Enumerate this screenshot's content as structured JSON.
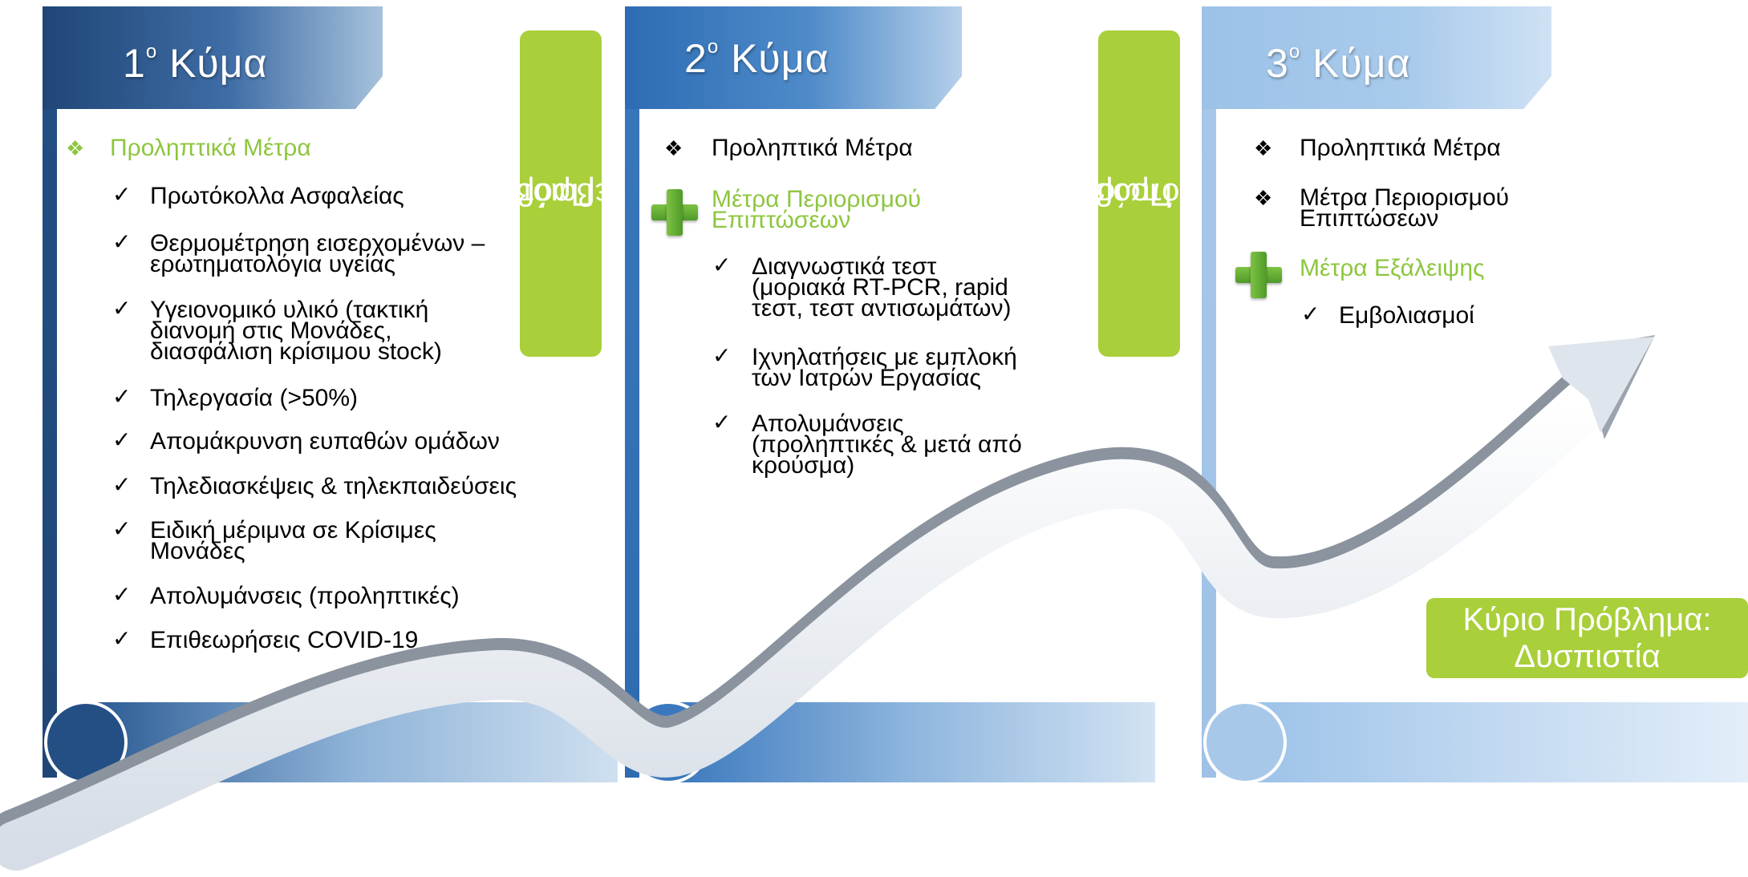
{
  "waves": [
    {
      "title_num": "1",
      "title_sup": "ο",
      "title_word": "Κύμα",
      "items": [
        {
          "type": "diamond",
          "text": "Προληπτικά Μέτρα",
          "color": "green"
        },
        {
          "type": "check",
          "text": "Πρωτόκολλα Ασφαλείας"
        },
        {
          "type": "check",
          "text": "Θερμομέτρηση εισερχομένων –",
          "text2": "ερωτηματολόγια υγείας"
        },
        {
          "type": "check",
          "text": "Υγειονομικό υλικό (τακτική",
          "text2": "διανομή στις Μονάδες,",
          "text3": "διασφάλιση κρίσιμου stock)"
        },
        {
          "type": "check",
          "text": "Τηλεργασία (>50%)"
        },
        {
          "type": "check",
          "text": "Απομάκρυνση ευπαθών ομάδων"
        },
        {
          "type": "check",
          "text": "Τηλεδιασκέψεις & τηλεκπαιδεύσεις"
        },
        {
          "type": "check",
          "text": "Ειδική μέριμνα σε Κρίσιμες",
          "text2": "Μονάδες"
        },
        {
          "type": "check",
          "text": "Απολυμάνσεις (προληπτικές)"
        },
        {
          "type": "check",
          "text": "Επιθεωρήσεις COVID-19"
        }
      ]
    },
    {
      "title_num": "2",
      "title_sup": "ο",
      "title_word": "Κύμα",
      "items": [
        {
          "type": "diamond",
          "text": "Προληπτικά Μέτρα"
        },
        {
          "type": "plus",
          "text": "Μέτρα Περιορισμού",
          "text2": "Επιπτώσεων",
          "color": "green"
        },
        {
          "type": "check",
          "text": "Διαγνωστικά τεστ",
          "text2": "(μοριακά RT-PCR, rapid",
          "text3": "τεστ, τεστ αντισωμάτων)"
        },
        {
          "type": "check",
          "text": "Ιχνηλατήσεις με εμπλοκή",
          "text2": "των Ιατρών Εργασίας"
        },
        {
          "type": "check",
          "text": "Απολυμάνσεις",
          "text2": "(προληπτικές & μετά από",
          "text3": "κρούσμα)"
        }
      ]
    },
    {
      "title_num": "3",
      "title_sup": "ο",
      "title_word": "Κύμα",
      "items": [
        {
          "type": "diamond",
          "text": "Προληπτικά Μέτρα"
        },
        {
          "type": "diamond",
          "text": "Μέτρα Περιορισμού",
          "text2": "Επιπτώσεων"
        },
        {
          "type": "plus",
          "text": "Μέτρα Εξάλειψης",
          "color": "green"
        },
        {
          "type": "check",
          "text": "Εμβολιασμοί"
        }
      ]
    }
  ],
  "problems": [
    {
      "line1": "Κύριο Πρόβλημα:",
      "line2": "Αβεβαιότητα"
    },
    {
      "line1": "Κύριο Πρόβλημα:",
      "line2": "Κόπωση"
    },
    {
      "line1": "Κύριο Πρόβλημα:",
      "line2": "Δυσπιστία"
    }
  ],
  "colors": {
    "accent_green": "#a9cf3a",
    "text_green": "#8dc63f",
    "wave1": "#244f85",
    "wave2": "#3a78bd",
    "wave3": "#a8c8ea"
  },
  "symbols": {
    "check": "✓",
    "diamond": "❖"
  }
}
